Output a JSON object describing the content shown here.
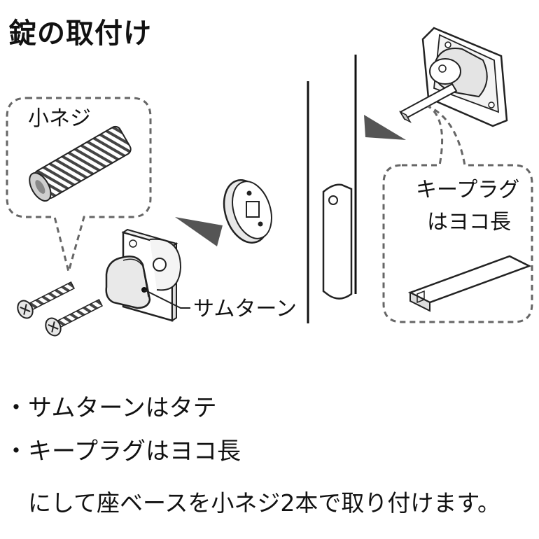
{
  "title": "錠の取付け",
  "labels": {
    "small_screw": "小ネジ",
    "key_plug_line1": "キープラグ",
    "key_plug_line2": "はヨコ長",
    "thumb_turn": "サムターン"
  },
  "instructions": {
    "bullet_symbol": "・",
    "line1": "サムターンはタテ",
    "line2": "キープラグはヨコ長",
    "line3": "にして座ベースを小ネジ2本で取り付けます。"
  }
}
